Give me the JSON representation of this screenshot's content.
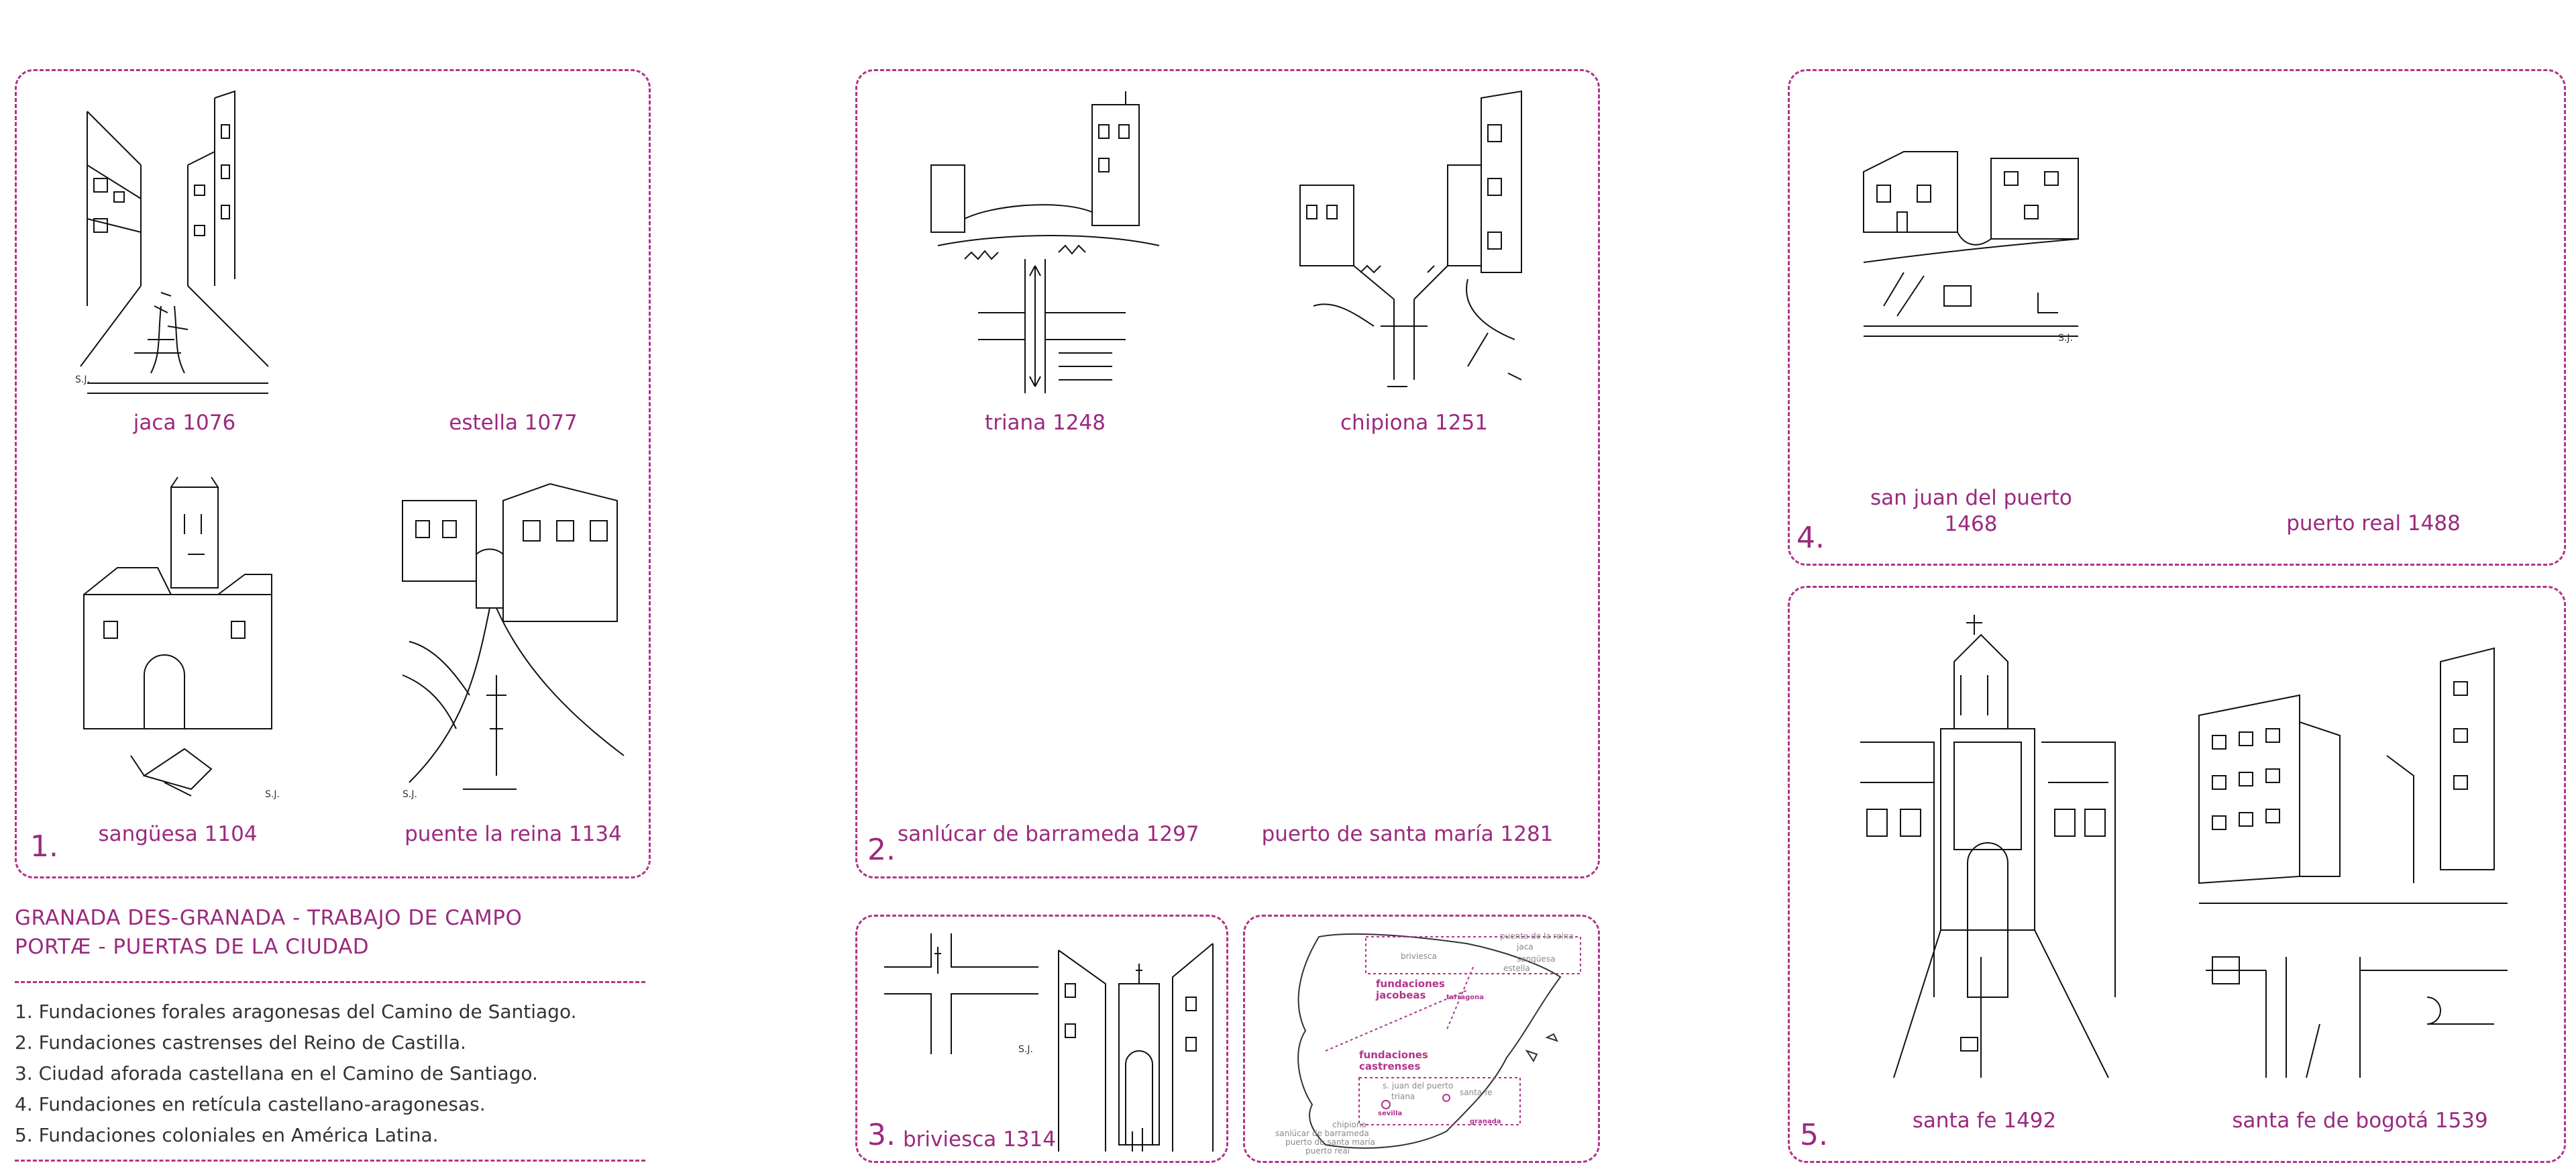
{
  "panels": {
    "p1": {
      "number": "1.",
      "captions": {
        "jaca": "jaca 1076",
        "estella": "estella 1077",
        "sanguesa": "sangüesa 1104",
        "puente": "puente la reina 1134"
      }
    },
    "p2": {
      "number": "2.",
      "captions": {
        "triana": "triana 1248",
        "chipiona": "chipiona 1251",
        "sanlucar": "sanlúcar de barrameda 1297",
        "puerto": "puerto de santa maría 1281"
      }
    },
    "p3": {
      "number": "3.",
      "caption": "briviesca 1314"
    },
    "p4": {
      "number": "4.",
      "captions": {
        "sanjuan_1": "san juan del puerto",
        "sanjuan_2": "1468",
        "puertoreal": "puerto real 1488"
      }
    },
    "p5": {
      "number": "5.",
      "captions": {
        "santafe": "santa fe 1492",
        "bogota": "santa fe de bogotá 1539"
      }
    }
  },
  "sketch_marks": {
    "sj1": "S.J.",
    "sj2": "S.J.",
    "sj3": "S.J.",
    "sj4": "S.J.",
    "sj5": "S.J."
  },
  "title": {
    "line1": "GRANADA DES-GRANADA - TRABAJO DE CAMPO",
    "line2": "PORTÆ - PUERTAS DE LA CIUDAD"
  },
  "list": [
    "1. Fundaciones forales aragonesas del Camino de Santiago.",
    "2. Fundaciones castrenses del Reino de Castilla.",
    "3. Ciudad aforada castellana en el Camino de Santiago.",
    "4. Fundaciones en retícula castellano-aragonesas.",
    "5. Fundaciones coloniales en América Latina."
  ],
  "map": {
    "group_jacobeas_1": "fundaciones",
    "group_jacobeas_2": "jacobeas",
    "group_castrenses_1": "fundaciones",
    "group_castrenses_2": "castrenses",
    "briviesca": "briviesca",
    "puente_la_reina": "puente de la reina",
    "jaca": "jaca",
    "sanguesa": "sangüesa",
    "estella": "estella",
    "tarragona": "tarragona",
    "s_juan": "s. juan del puerto",
    "triana": "triana",
    "santa_fe": "santa fe",
    "sevilla": "sevilla",
    "granada": "granada",
    "chipiona": "chipiona",
    "sanlucar": "sanlúcar de barrameda",
    "puerto_santa_maria": "puerto de santa maría",
    "puerto_real": "puerto real"
  },
  "colors": {
    "accent": "#9b2a7e",
    "border": "#b1338c",
    "text": "#333333",
    "ink": "#111111"
  }
}
